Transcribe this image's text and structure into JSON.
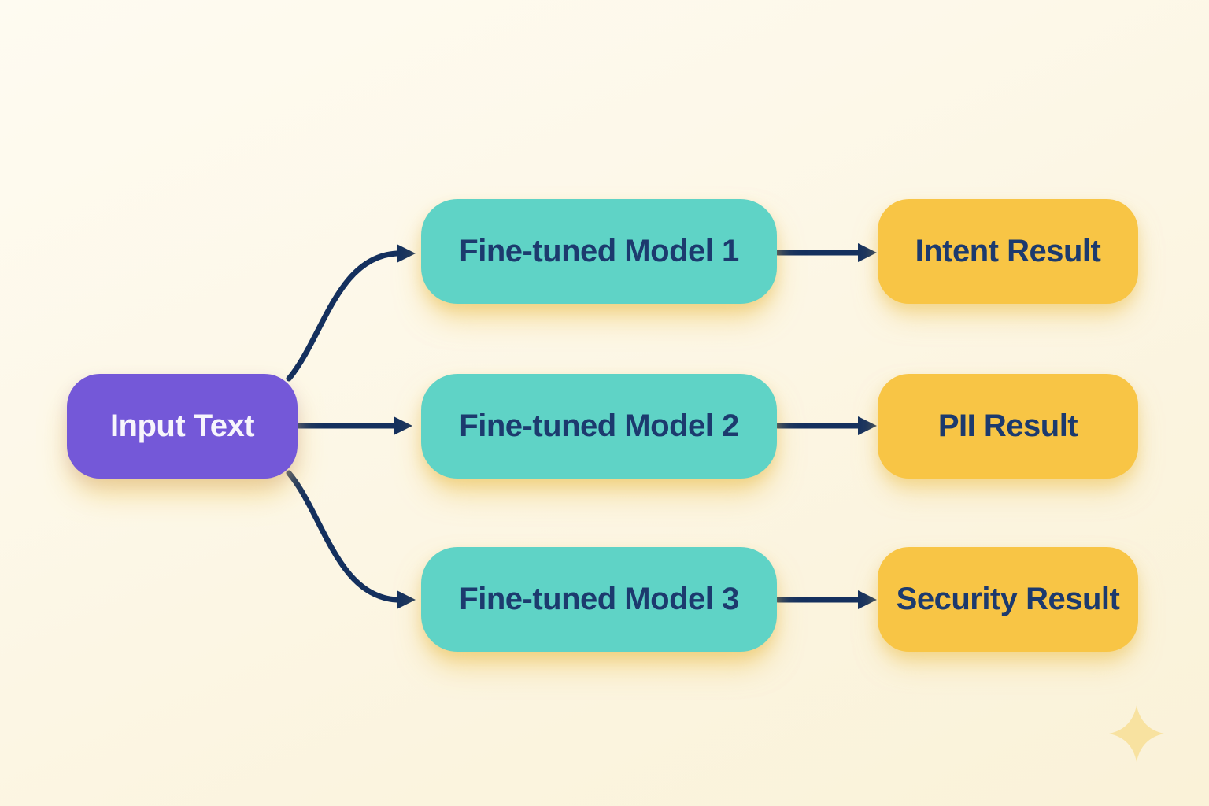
{
  "diagram": {
    "type": "flowchart",
    "nodes": {
      "input": {
        "label": "Input Text",
        "color": "#7458d8",
        "text_color": "#ffffff"
      },
      "models": [
        {
          "label": "Fine-tuned Model 1",
          "color": "#5fd3c6"
        },
        {
          "label": "Fine-tuned Model 2",
          "color": "#5fd3c6"
        },
        {
          "label": "Fine-tuned Model 3",
          "color": "#5fd3c6"
        }
      ],
      "results": [
        {
          "label": "Intent Result",
          "color": "#f8c545"
        },
        {
          "label": "PII Result",
          "color": "#f8c545"
        },
        {
          "label": "Security Result",
          "color": "#f8c545"
        }
      ]
    },
    "edges": [
      {
        "from": "Input Text",
        "to": "Fine-tuned Model 1"
      },
      {
        "from": "Input Text",
        "to": "Fine-tuned Model 2"
      },
      {
        "from": "Input Text",
        "to": "Fine-tuned Model 3"
      },
      {
        "from": "Fine-tuned Model 1",
        "to": "Intent Result"
      },
      {
        "from": "Fine-tuned Model 2",
        "to": "PII Result"
      },
      {
        "from": "Fine-tuned Model 3",
        "to": "Security Result"
      }
    ],
    "colors": {
      "background": "#fbf4df",
      "arrow": "#14305e",
      "node_text_dark": "#1c3a6e",
      "sparkle": "#f8e2a0"
    },
    "icons": {
      "sparkle": "four-pointed-star"
    }
  }
}
